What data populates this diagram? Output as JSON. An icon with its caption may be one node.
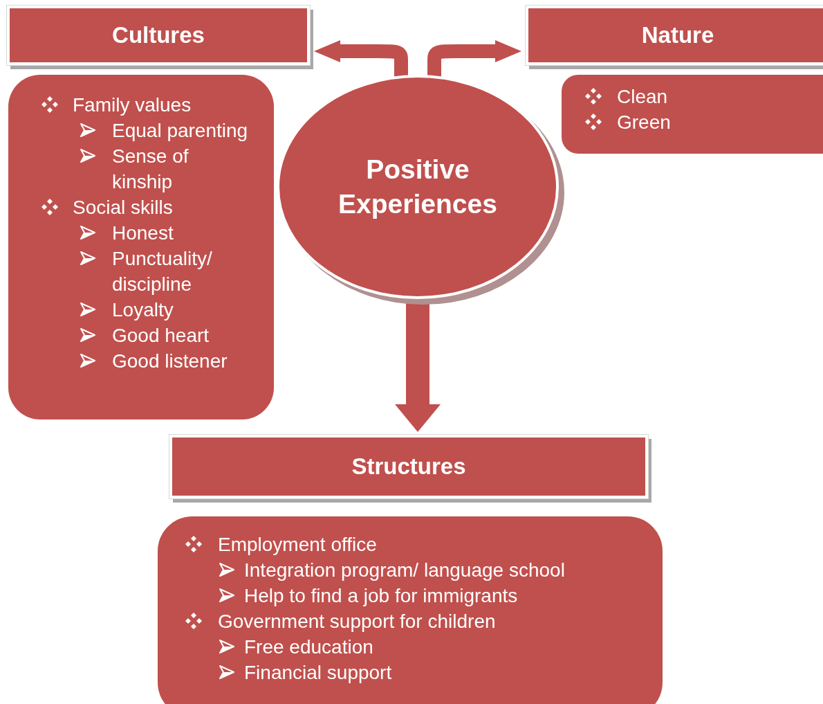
{
  "diagram": {
    "nodes": [
      {
        "text": [
          "Cultures"
        ]
      },
      {
        "text": [
          "Family values",
          "Equal parenting",
          "Sense of kinship",
          "Social skills",
          "Honest",
          "Punctuality/ discipline",
          "Loyalty",
          "Good heart",
          "Good listener"
        ]
      },
      {
        "text": [
          "Nature"
        ]
      },
      {
        "text": [
          "Clean",
          "Green"
        ]
      },
      {
        "text": [
          "Positive Experiences"
        ]
      },
      {
        "text": [
          "Structures"
        ]
      },
      {
        "text": [
          "Employment office",
          "Integration program/ language school",
          "Help to find a job for immigrants",
          "Government support for children",
          "Free education",
          "Financial support"
        ]
      }
    ],
    "edges": [
      {
        "from": 4,
        "to": 0,
        "arrow": "to"
      },
      {
        "from": 4,
        "to": 2,
        "arrow": "to"
      },
      {
        "from": 4,
        "to": 5,
        "arrow": "to"
      }
    ]
  }
}
